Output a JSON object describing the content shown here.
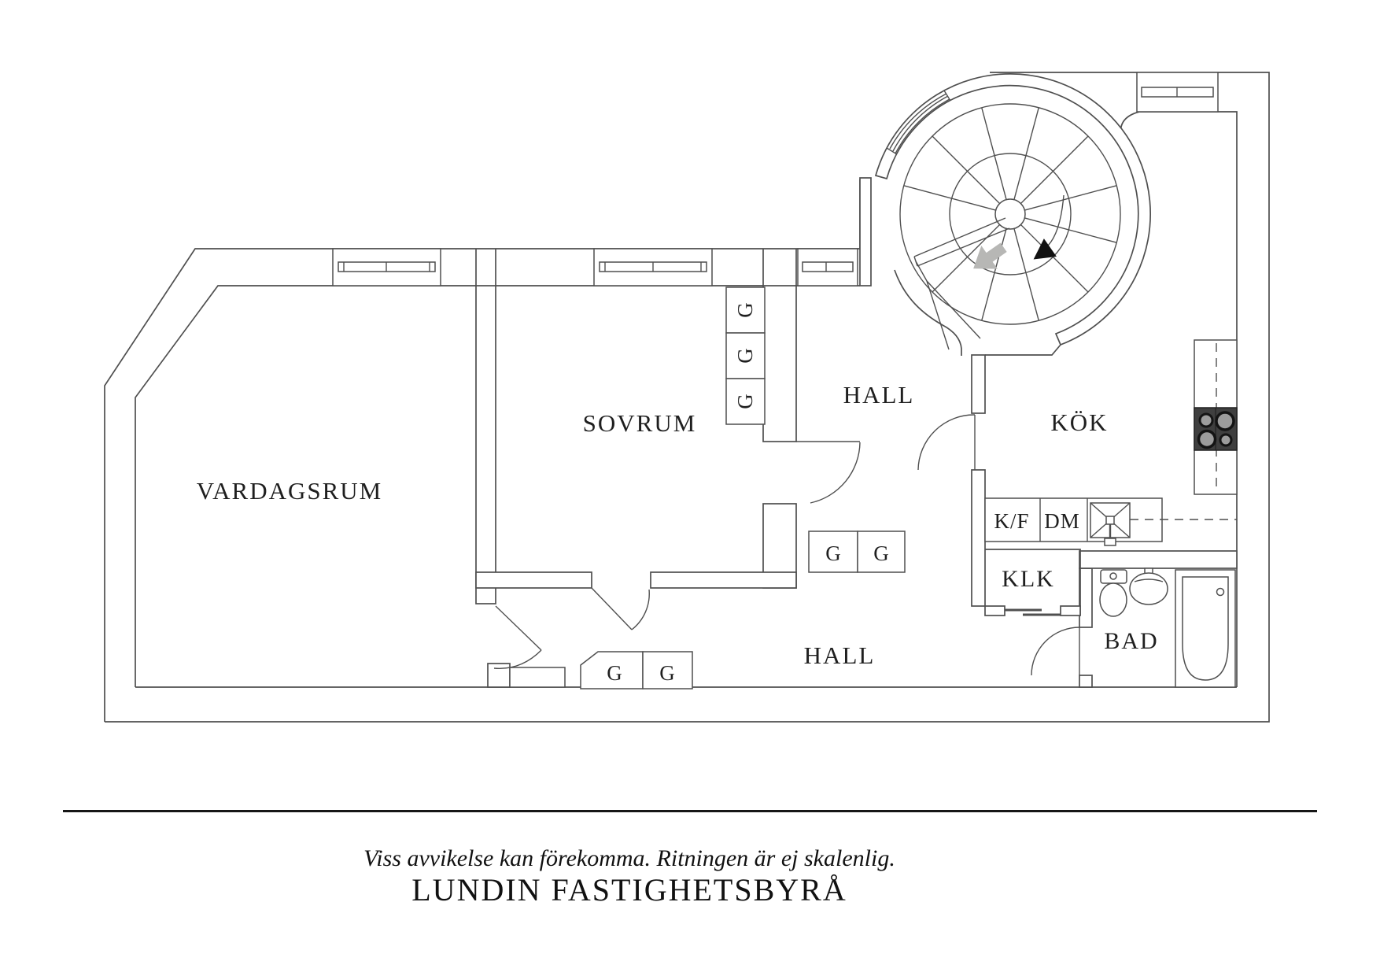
{
  "plan": {
    "rooms": [
      {
        "id": "vardagsrum",
        "label": "VARDAGSRUM"
      },
      {
        "id": "sovrum",
        "label": "SOVRUM"
      },
      {
        "id": "hall-upper",
        "label": "HALL"
      },
      {
        "id": "kok",
        "label": "KÖK"
      },
      {
        "id": "klk",
        "label": "KLK"
      },
      {
        "id": "bad",
        "label": "BAD"
      },
      {
        "id": "hall-lower",
        "label": "HALL"
      }
    ],
    "appliances": {
      "fridge_freezer": "K/F",
      "dishwasher": "DM"
    },
    "wardrobe": "G"
  },
  "footer": {
    "disclaimer": "Viss avvikelse kan förekomma. Ritningen är ej skalenlig.",
    "brand": "LUNDIN FASTIGHETSBYRÅ"
  },
  "colors": {
    "wall": "#4f4f4f",
    "label": "#1f1f1f",
    "stove_fill": "#3f3f3f",
    "burner_fill": "#9c9c9c",
    "arrow_gray": "#b7b7b5",
    "arrow_black": "#111111",
    "background": "#ffffff"
  }
}
